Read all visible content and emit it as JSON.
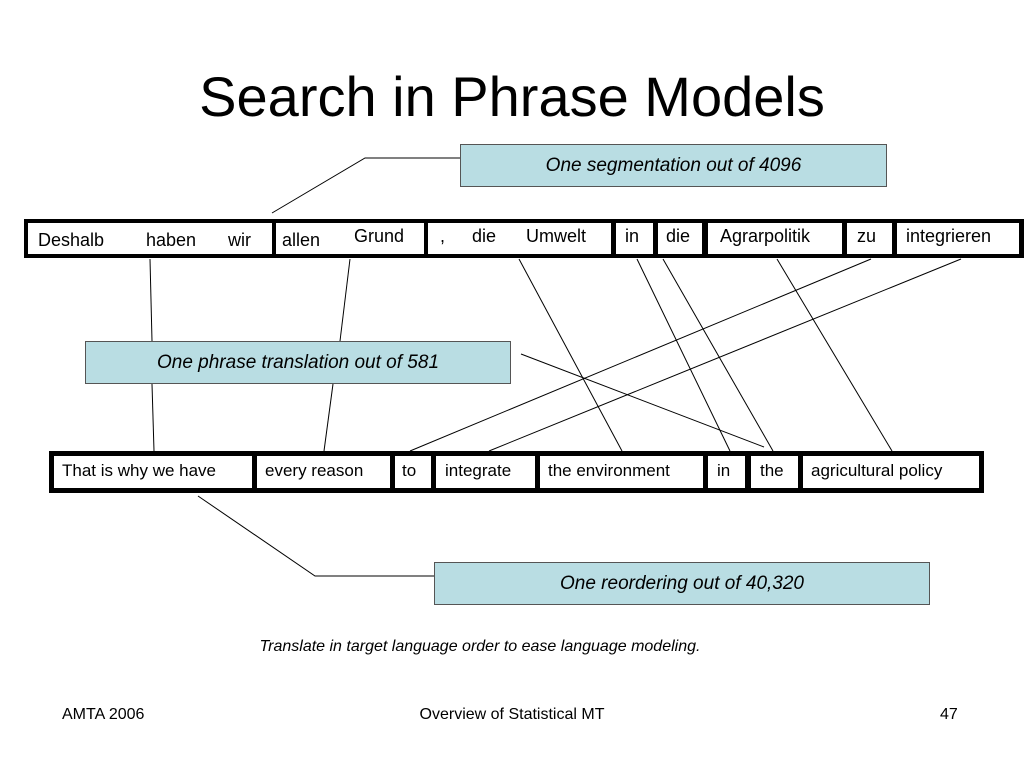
{
  "title": "Search in Phrase Models",
  "callouts": {
    "segmentation": "One segmentation out of 4096",
    "phrase_translation": "One phrase translation out of 581",
    "reordering": "One reordering out of 40,320"
  },
  "source_phrases": [
    [
      "Deshalb",
      "haben",
      "wir"
    ],
    [
      "allen",
      "Grund"
    ],
    [
      ",",
      "die",
      "Umwelt"
    ],
    [
      "in"
    ],
    [
      "die"
    ],
    [
      "Agrarpolitik"
    ],
    [
      "zu"
    ],
    [
      "integrieren"
    ]
  ],
  "target_phrases": [
    "That is why we have",
    "every reason",
    "to",
    "integrate",
    "the environment",
    "in",
    "the",
    "agricultural policy"
  ],
  "note": "Translate in target language order to ease language modeling.",
  "footer": {
    "left": "AMTA 2006",
    "center": "Overview of Statistical MT",
    "right": "47"
  }
}
